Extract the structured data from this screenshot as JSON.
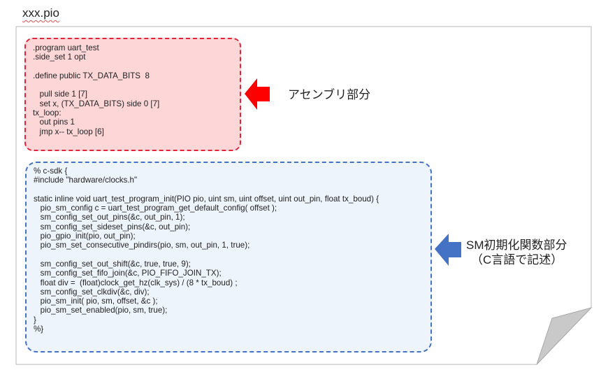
{
  "file": {
    "title": "xxx.pio"
  },
  "assembly": {
    "lines": [
      ".program uart_test",
      ".side_set 1 opt",
      "",
      ".define public TX_DATA_BITS  8",
      "",
      "   pull side 1 [7]",
      "   set x, (TX_DATA_BITS) side 0 [7]",
      "tx_loop:",
      "   out pins 1",
      "   jmp x-- tx_loop [6]"
    ],
    "annotation": "アセンブリ部分",
    "border_color": "#e0253a",
    "fill_color": "#fdd6d8",
    "arrow_color": "#ff0000"
  },
  "c_sdk": {
    "lines": [
      "% c-sdk {",
      "#include \"hardware/clocks.h\"",
      "",
      "static inline void uart_test_program_init(PIO pio, uint sm, uint offset, uint out_pin, float tx_boud) {",
      "   pio_sm_config c = uart_test_program_get_default_config( offset );",
      "   sm_config_set_out_pins(&c, out_pin, 1);",
      "   sm_config_set_sideset_pins(&c, out_pin);",
      "   pio_gpio_init(pio, out_pin);",
      "   pio_sm_set_consecutive_pindirs(pio, sm, out_pin, 1, true);",
      "",
      "   sm_config_set_out_shift(&c, true, true, 9);",
      "   sm_config_set_fifo_join(&c, PIO_FIFO_JOIN_TX);",
      "   float div =  (float)clock_get_hz(clk_sys) / (8 * tx_boud) ;",
      "   sm_config_set_clkdiv(&c, div);",
      "   pio_sm_init( pio, sm, offset, &c );",
      "   pio_sm_set_enabled(pio, sm, true);",
      "}",
      "%}"
    ],
    "annotation_line1": "SM初期化関数部分",
    "annotation_line2": "（C言語で記述）",
    "border_color": "#4472c4",
    "fill_color": "#eef4fb",
    "arrow_color": "#4472c4"
  }
}
